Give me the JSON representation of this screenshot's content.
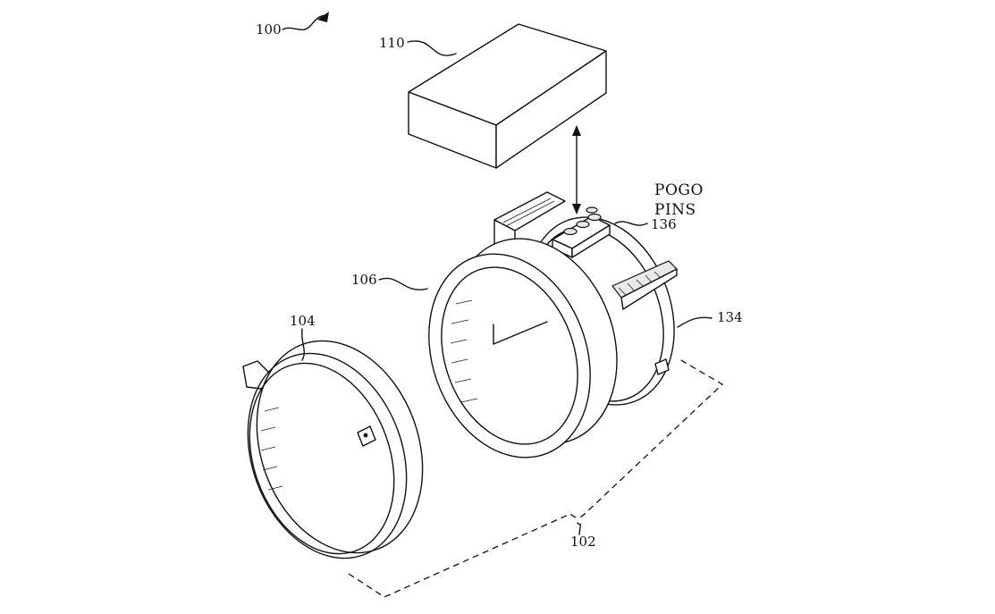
{
  "figure": {
    "labels": {
      "assembly": "100",
      "module": "110",
      "pogo_line1": "POGO",
      "pogo_line2": "PINS",
      "pins": "136",
      "band": "106",
      "ring_front": "104",
      "ring_back": "134",
      "group": "102"
    },
    "colors": {
      "ink": "#111111",
      "paper": "#ffffff",
      "shade": "#e9e9e9"
    }
  }
}
